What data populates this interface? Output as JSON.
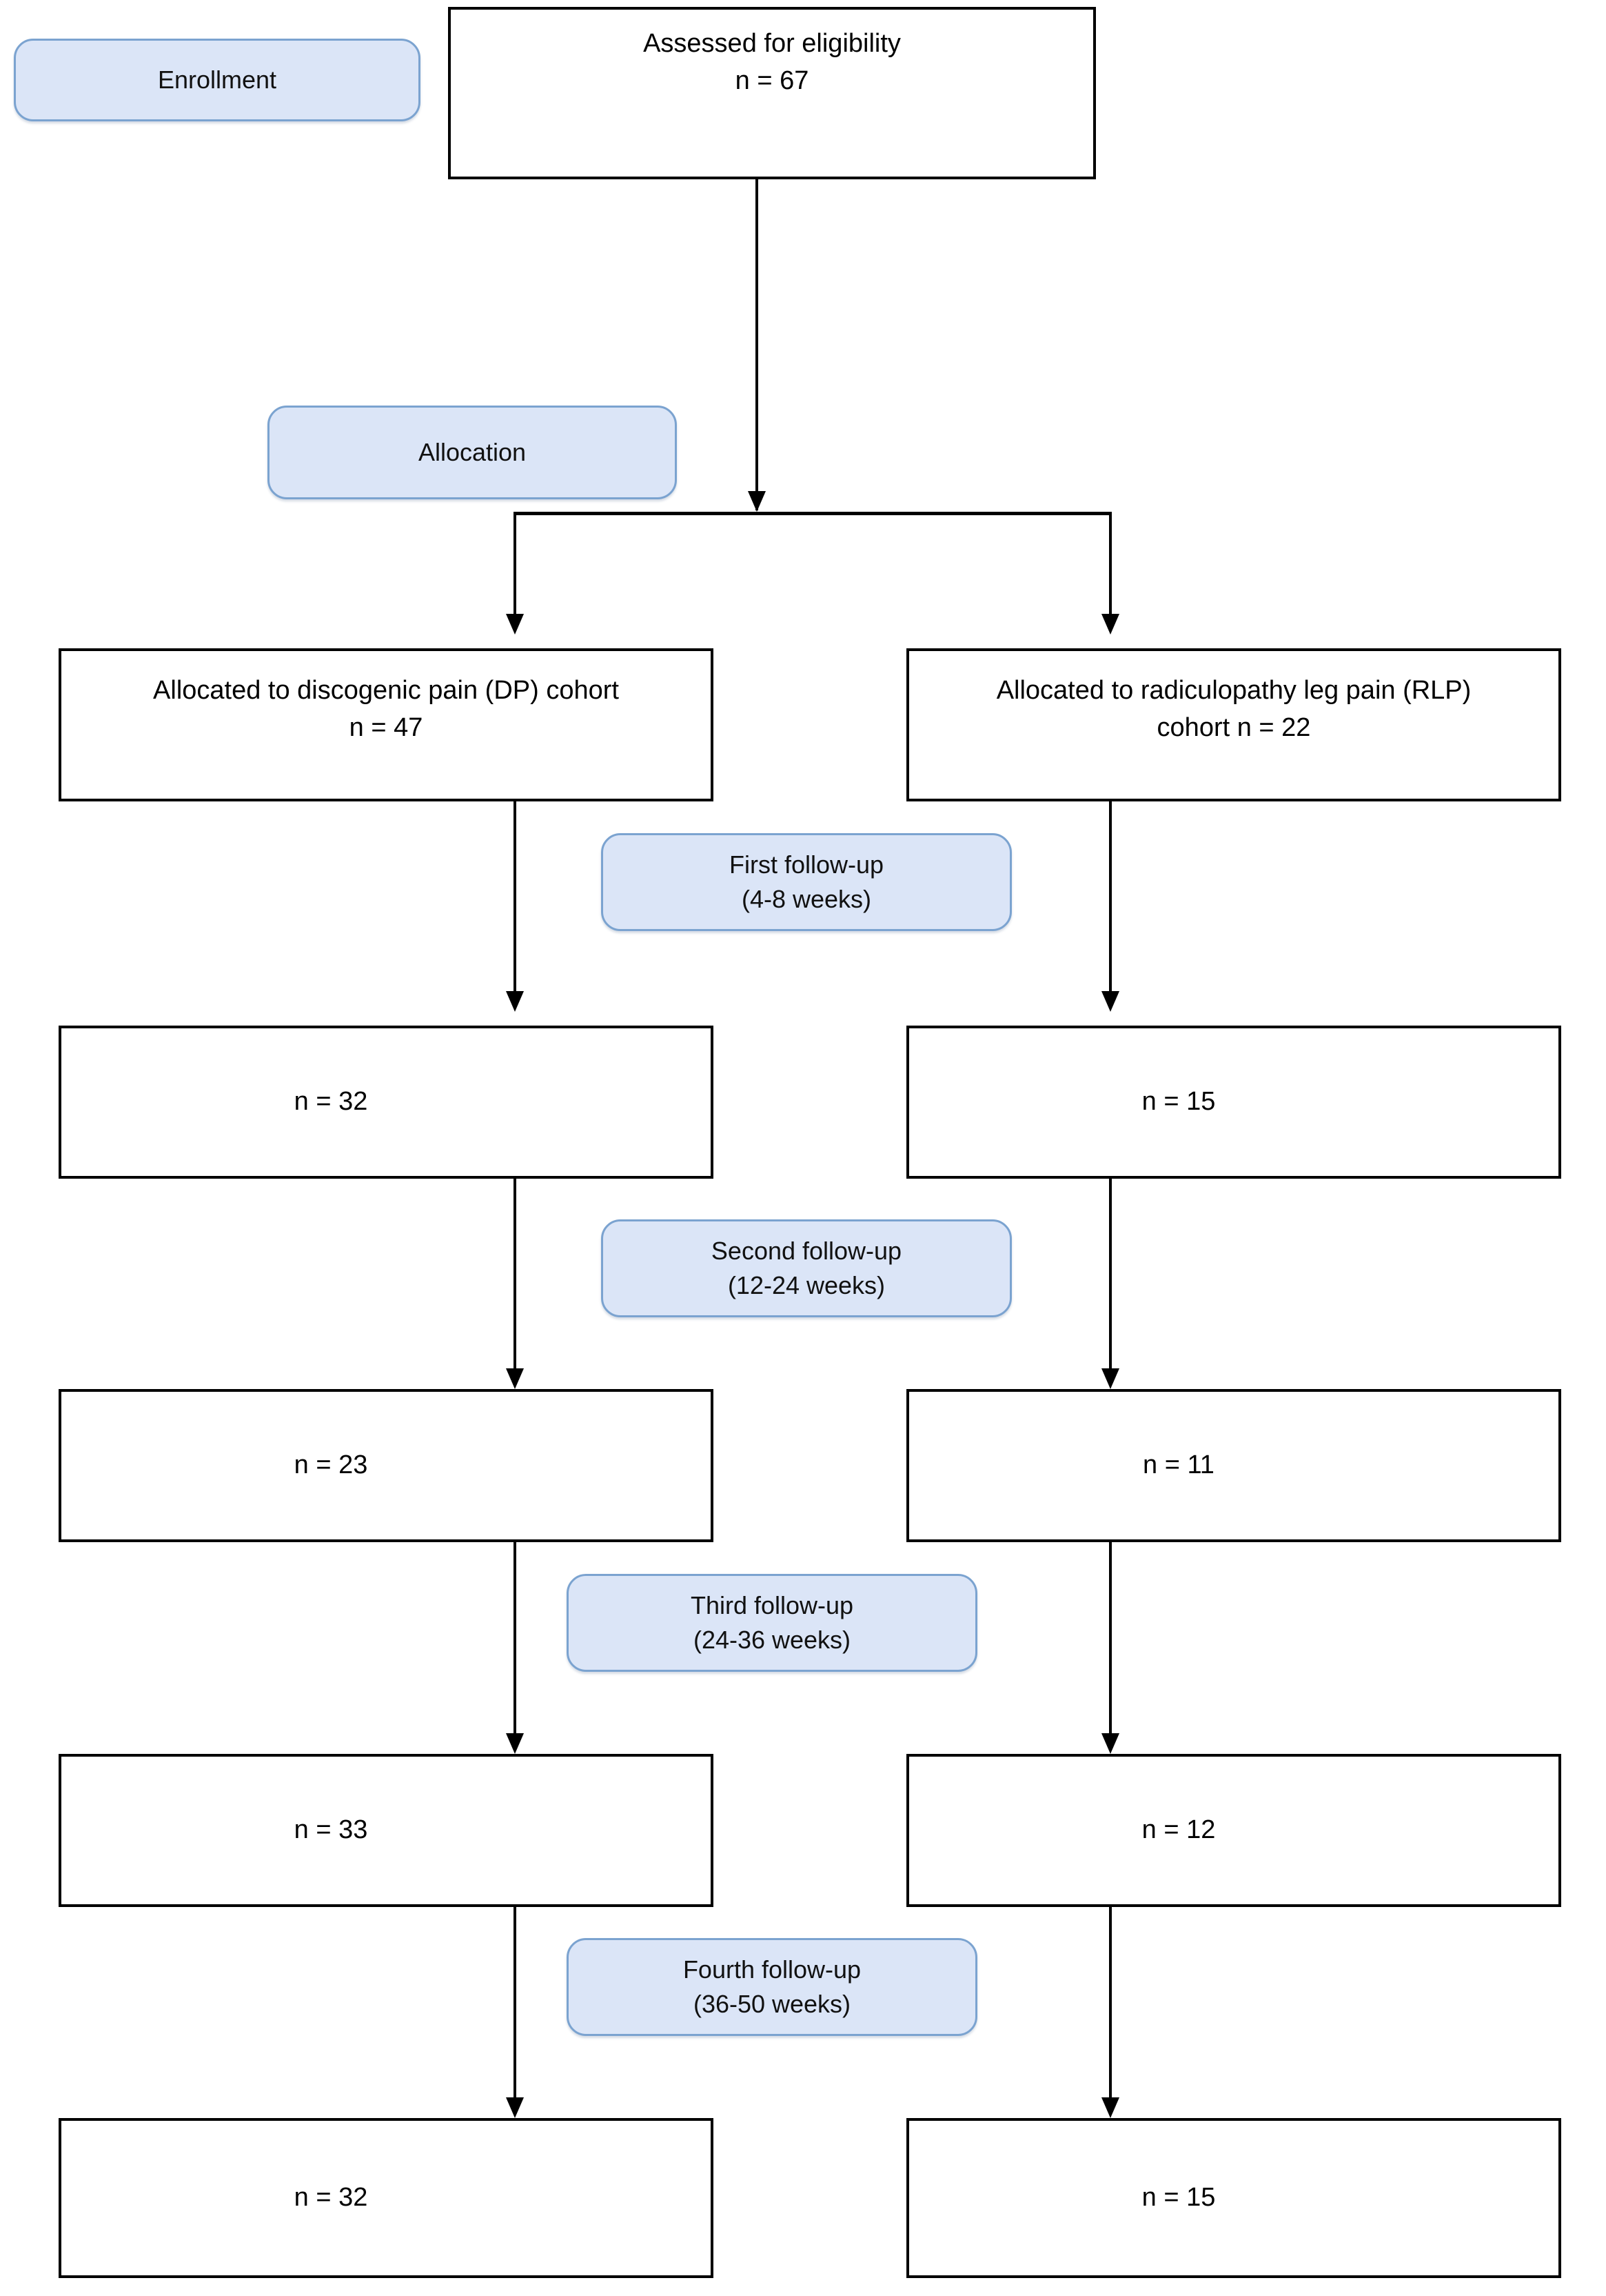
{
  "diagram": {
    "title": "CONSORT participant flow diagram",
    "colors": {
      "stage_fill": "#dbe5f7",
      "stage_border": "#7ba3d0",
      "node_border": "#000000",
      "node_fill": "#ffffff",
      "text": "#000000",
      "connector": "#000000"
    },
    "stages": [
      {
        "id": "enrollment",
        "label": "Enrollment"
      },
      {
        "id": "allocation",
        "label": "Allocation"
      },
      {
        "id": "followup-1",
        "label": "First follow-up\n(4-8 weeks)"
      },
      {
        "id": "followup-2",
        "label": "Second follow-up\n(12-24 weeks)"
      },
      {
        "id": "followup-3",
        "label": "Third follow-up\n(24-36 weeks)"
      },
      {
        "id": "followup-4",
        "label": "Fourth follow-up\n(36-50 weeks)"
      }
    ],
    "nodes": {
      "assessed": {
        "label": "Assessed for eligibility\nn = 67",
        "n": 67
      },
      "dp_allocated": {
        "label": "Allocated to discogenic pain (DP) cohort\nn = 47",
        "n": 47
      },
      "rlp_allocated": {
        "label": "Allocated to radiculopathy leg pain (RLP)\ncohort n = 22",
        "n": 22
      },
      "dp_f1": {
        "label": "n = 32",
        "n": 32
      },
      "rlp_f1": {
        "label": "n = 15",
        "n": 15
      },
      "dp_f2": {
        "label": "n = 23",
        "n": 23
      },
      "rlp_f2": {
        "label": "n = 11",
        "n": 11
      },
      "dp_f3": {
        "label": "n = 33",
        "n": 33
      },
      "rlp_f3": {
        "label": "n = 12",
        "n": 12
      },
      "dp_f4": {
        "label": "n = 32",
        "n": 32
      },
      "rlp_f4": {
        "label": "n = 15",
        "n": 15
      }
    },
    "chart_data": {
      "type": "flowchart",
      "title": "CONSORT participant flow diagram",
      "arms": [
        "Discogenic pain (DP) cohort",
        "Radiculopathy leg pain (RLP) cohort"
      ],
      "stage_labels": [
        "Enrollment",
        "Allocation",
        "First follow-up (4-8 weeks)",
        "Second follow-up (12-24 weeks)",
        "Third follow-up (24-36 weeks)",
        "Fourth follow-up (36-50 weeks)"
      ],
      "assessed_for_eligibility": 67,
      "series": [
        {
          "name": "Discogenic pain (DP) cohort",
          "values": [
            47,
            32,
            23,
            33,
            32
          ]
        },
        {
          "name": "Radiculopathy leg pain (RLP) cohort",
          "values": [
            22,
            15,
            11,
            12,
            15
          ]
        }
      ],
      "timepoints": [
        "Allocation",
        "First follow-up",
        "Second follow-up",
        "Third follow-up",
        "Fourth follow-up"
      ]
    }
  }
}
